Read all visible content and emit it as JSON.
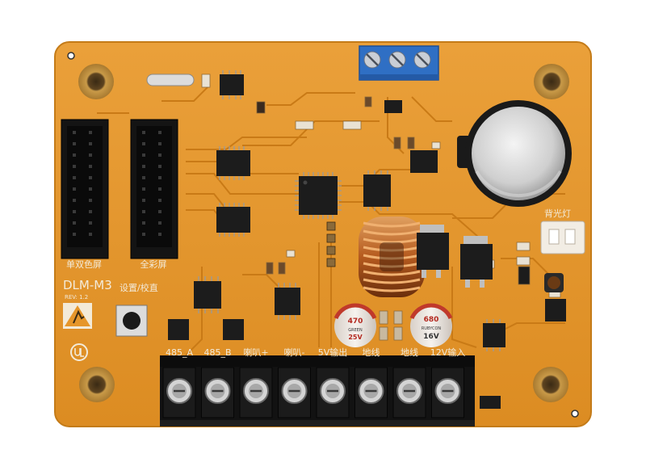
{
  "board": {
    "model": "DLM-M3",
    "revision": "REV: 1.2",
    "colors": {
      "pcb": "#e6962a",
      "trace": "#c97a16",
      "silk": "#f3ead8",
      "pad": "#b8752c",
      "chip": "#1c1c1c",
      "terminal": "#121212",
      "connector_blue": "#2f6fc4"
    }
  },
  "labels": {
    "single_color_screen": "单双色屏",
    "full_color_screen": "全彩屏",
    "settings_button": "设置/校直",
    "backlight": "背光灯"
  },
  "terminal_labels": [
    "485_A",
    "485_B",
    "喇叭+",
    "喇叭-",
    "5V输出",
    "地线",
    "地线",
    "12V输入"
  ],
  "capacitors": [
    {
      "top": "470",
      "mid": "GREEN",
      "bottom": "25V"
    },
    {
      "top": "680",
      "mid": "RUBYCON",
      "bottom": "16V"
    }
  ]
}
